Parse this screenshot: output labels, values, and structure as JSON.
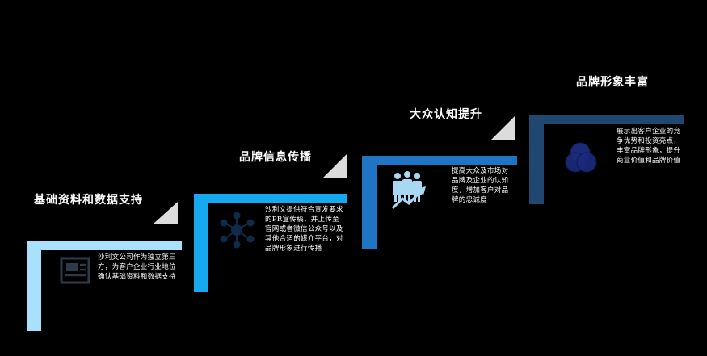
{
  "steps": [
    {
      "title": "基础资料和数据支持",
      "description": "沙利文公司作为独立第三方，为客户企业行业地位确认基础资料和数据支持",
      "icon": "document-icon",
      "color": "#a9e0fb"
    },
    {
      "title": "品牌信息传播",
      "description": "沙利文提供符合宣发要求的PR宣传稿，并上传至官网或者微信公众号以及其他合适的媒介平台，对品牌形象进行传播",
      "icon": "network-nodes-icon",
      "color": "#17a9ef"
    },
    {
      "title": "大众认知提升",
      "description": "提高大众及市场对品牌及企业的认知度，增加客户对品牌的忠诚度",
      "icon": "people-growth-icon",
      "color": "#1f74c4"
    },
    {
      "title": "品牌形象丰富",
      "description": "展示出客户企业的竞争优势和投资亮点，丰富品牌形象，提升商业价值和品牌价值",
      "icon": "overlap-circles-icon",
      "color": "#20476f"
    }
  ]
}
